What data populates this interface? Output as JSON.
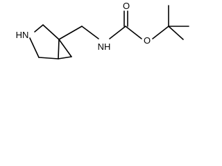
{
  "structure": {
    "atom_labels": {
      "ring_amine": "HN",
      "carbamate_amine": "NH",
      "carbonyl_oxygen": "O",
      "ester_oxygen": "O"
    },
    "colors": {
      "bond": "#000000",
      "label": "#000000",
      "background": "#ffffff"
    }
  }
}
